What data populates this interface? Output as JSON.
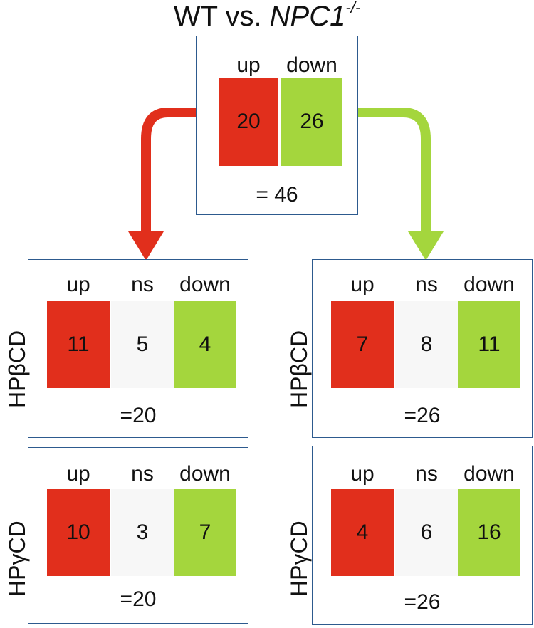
{
  "title": {
    "prefix": "WT vs. ",
    "gene": "NPC1",
    "superscript": "-/-"
  },
  "colors": {
    "up": "#e12f1c",
    "down": "#a4d63d",
    "ns": "#f7f7f7",
    "border": "#2d5a8e"
  },
  "top_panel": {
    "up_label": "up",
    "down_label": "down",
    "up_value": "20",
    "down_value": "26",
    "total": "= 46"
  },
  "panels": {
    "left_beta": {
      "row_label": "HPβCD",
      "up_label": "up",
      "ns_label": "ns",
      "down_label": "down",
      "up_value": "11",
      "ns_value": "5",
      "down_value": "4",
      "total": "=20"
    },
    "right_beta": {
      "row_label": "HPβCD",
      "up_label": "up",
      "ns_label": "ns",
      "down_label": "down",
      "up_value": "7",
      "ns_value": "8",
      "down_value": "11",
      "total": "=26"
    },
    "left_gamma": {
      "row_label": "HPγCD",
      "up_label": "up",
      "ns_label": "ns",
      "down_label": "down",
      "up_value": "10",
      "ns_value": "3",
      "down_value": "7",
      "total": "=20"
    },
    "right_gamma": {
      "row_label": "HPγCD",
      "up_label": "up",
      "ns_label": "ns",
      "down_label": "down",
      "up_value": "4",
      "ns_value": "6",
      "down_value": "16",
      "total": "=26"
    }
  }
}
